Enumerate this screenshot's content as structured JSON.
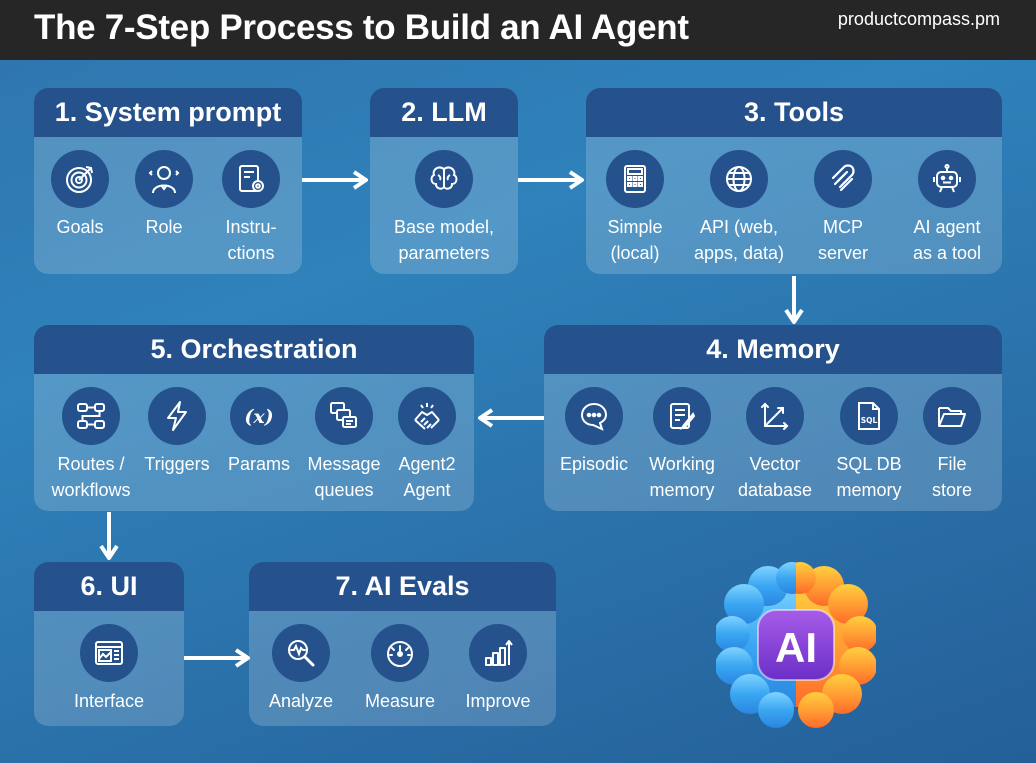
{
  "header": {
    "title": "The 7-Step Process to Build an AI Agent",
    "site": "productcompass.pm"
  },
  "steps": {
    "system_prompt": {
      "title": "1. System prompt",
      "items": [
        {
          "icon": "target-icon",
          "line1": "Goals",
          "line2": ""
        },
        {
          "icon": "person-icon",
          "line1": "Role",
          "line2": ""
        },
        {
          "icon": "document-gear-icon",
          "line1": "Instru-",
          "line2": "ctions"
        }
      ]
    },
    "llm": {
      "title": "2. LLM",
      "items": [
        {
          "icon": "brain-icon",
          "line1": "Base model,",
          "line2": "parameters"
        }
      ]
    },
    "tools": {
      "title": "3. Tools",
      "items": [
        {
          "icon": "calculator-icon",
          "line1": "Simple",
          "line2": "(local)"
        },
        {
          "icon": "globe-icon",
          "line1": "API (web,",
          "line2": "apps, data)"
        },
        {
          "icon": "paperclip-icon",
          "line1": "MCP",
          "line2": "server"
        },
        {
          "icon": "robot-icon",
          "line1": "AI agent",
          "line2": "as  a tool"
        }
      ]
    },
    "memory": {
      "title": "4. Memory",
      "items": [
        {
          "icon": "chat-bubble-icon",
          "line1": "Episodic",
          "line2": ""
        },
        {
          "icon": "notepad-pencil-icon",
          "line1": "Working",
          "line2": "memory"
        },
        {
          "icon": "vector-axes-icon",
          "line1": "Vector",
          "line2": "database"
        },
        {
          "icon": "sql-file-icon",
          "line1": "SQL DB",
          "line2": "memory"
        },
        {
          "icon": "folder-icon",
          "line1": "File",
          "line2": "store"
        }
      ]
    },
    "orchestration": {
      "title": "5. Orchestration",
      "items": [
        {
          "icon": "workflow-icon",
          "line1": "Routes /",
          "line2": "workflows"
        },
        {
          "icon": "lightning-icon",
          "line1": "Triggers",
          "line2": ""
        },
        {
          "icon": "variable-icon",
          "line1": "Params",
          "line2": ""
        },
        {
          "icon": "message-queue-icon",
          "line1": "Message",
          "line2": "queues"
        },
        {
          "icon": "handshake-icon",
          "line1": "Agent2",
          "line2": "Agent"
        }
      ]
    },
    "ui": {
      "title": "6. UI",
      "items": [
        {
          "icon": "interface-icon",
          "line1": "Interface",
          "line2": ""
        }
      ]
    },
    "evals": {
      "title": "7. AI Evals",
      "items": [
        {
          "icon": "magnifier-pulse-icon",
          "line1": "Analyze",
          "line2": ""
        },
        {
          "icon": "gauge-icon",
          "line1": "Measure",
          "line2": ""
        },
        {
          "icon": "bar-growth-icon",
          "line1": "Improve",
          "line2": ""
        }
      ]
    }
  },
  "logo": {
    "icon": "ai-brain-logo-icon",
    "text": "AI"
  },
  "colors": {
    "background": "#2f7bb5",
    "header": "#262626",
    "card_head": "#25528d",
    "card_body": "#5a94c4"
  }
}
